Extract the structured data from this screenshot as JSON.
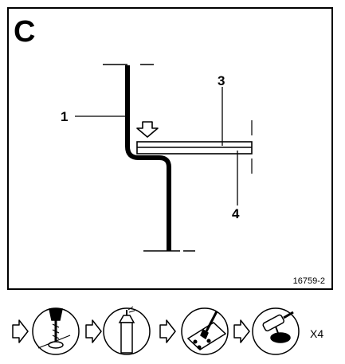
{
  "diagram": {
    "panel_letter": "C",
    "callouts": [
      {
        "id": "1",
        "label": "1"
      },
      {
        "id": "3",
        "label": "3"
      },
      {
        "id": "4",
        "label": "4"
      }
    ],
    "reference_number": "16759-2"
  },
  "procedure": {
    "steps": [
      {
        "icon": "drill-icon"
      },
      {
        "icon": "sealant-cartridge-icon"
      },
      {
        "icon": "brush-icon"
      },
      {
        "icon": "angle-grinder-icon"
      }
    ],
    "repeat_label": "X4"
  }
}
